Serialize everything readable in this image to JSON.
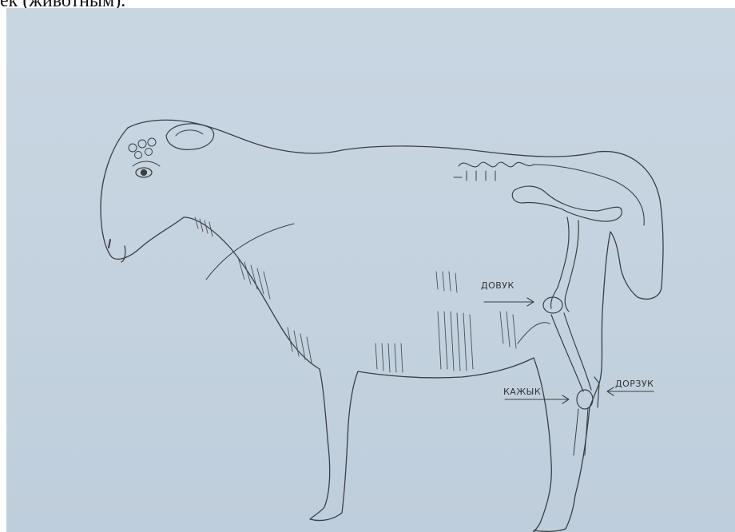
{
  "caption": "ек (животным).",
  "labels": {
    "dovuk": "ДОВУК",
    "kazhyk": "КАЖЫК",
    "dorzuk": "ДОРЗУК"
  },
  "colors": {
    "paper": "#c6d4e0",
    "pencil": "#3a3f45"
  }
}
